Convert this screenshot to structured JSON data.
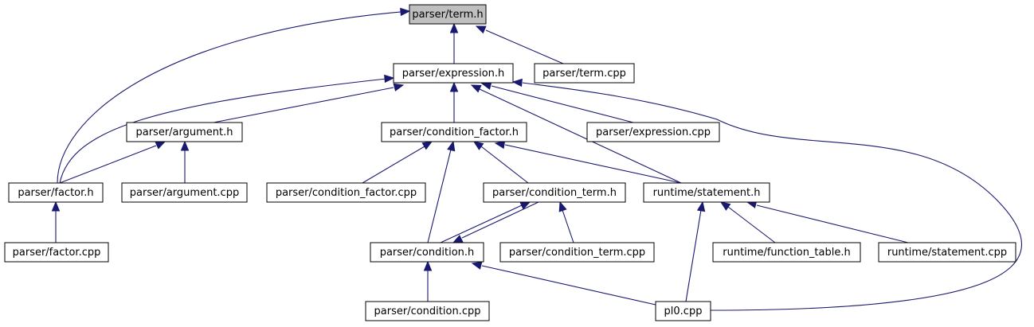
{
  "graph": {
    "edge_color": "#191970",
    "root_fill": "#bfbfbf",
    "nodes": [
      {
        "id": "term_h",
        "label": "parser/term.h",
        "root": true
      },
      {
        "id": "expression_h",
        "label": "parser/expression.h"
      },
      {
        "id": "term_cpp",
        "label": "parser/term.cpp"
      },
      {
        "id": "argument_h",
        "label": "parser/argument.h"
      },
      {
        "id": "condition_factor_h",
        "label": "parser/condition_factor.h"
      },
      {
        "id": "expression_cpp",
        "label": "parser/expression.cpp"
      },
      {
        "id": "factor_h",
        "label": "parser/factor.h"
      },
      {
        "id": "argument_cpp",
        "label": "parser/argument.cpp"
      },
      {
        "id": "condition_factor_cpp",
        "label": "parser/condition_factor.cpp"
      },
      {
        "id": "condition_term_h",
        "label": "parser/condition_term.h"
      },
      {
        "id": "statement_h",
        "label": "runtime/statement.h"
      },
      {
        "id": "factor_cpp",
        "label": "parser/factor.cpp"
      },
      {
        "id": "condition_h",
        "label": "parser/condition.h"
      },
      {
        "id": "condition_term_cpp",
        "label": "parser/condition_term.cpp"
      },
      {
        "id": "function_table_h",
        "label": "runtime/function_table.h"
      },
      {
        "id": "statement_cpp",
        "label": "runtime/statement.cpp"
      },
      {
        "id": "condition_cpp",
        "label": "parser/condition.cpp"
      },
      {
        "id": "pl0_cpp",
        "label": "pl0.cpp"
      }
    ],
    "edges": [
      {
        "from": "expression_h",
        "to": "term_h"
      },
      {
        "from": "term_cpp",
        "to": "term_h"
      },
      {
        "from": "factor_h",
        "to": "term_h"
      },
      {
        "from": "argument_h",
        "to": "expression_h"
      },
      {
        "from": "factor_h",
        "to": "expression_h"
      },
      {
        "from": "condition_factor_h",
        "to": "expression_h"
      },
      {
        "from": "expression_cpp",
        "to": "expression_h"
      },
      {
        "from": "statement_h",
        "to": "expression_h"
      },
      {
        "from": "pl0_cpp",
        "to": "expression_h"
      },
      {
        "from": "factor_h",
        "to": "argument_h"
      },
      {
        "from": "argument_cpp",
        "to": "argument_h"
      },
      {
        "from": "condition_factor_cpp",
        "to": "condition_factor_h"
      },
      {
        "from": "condition_h",
        "to": "condition_factor_h"
      },
      {
        "from": "condition_term_h",
        "to": "condition_factor_h"
      },
      {
        "from": "statement_h",
        "to": "condition_factor_h"
      },
      {
        "from": "factor_cpp",
        "to": "factor_h"
      },
      {
        "from": "condition_h",
        "to": "condition_term_h"
      },
      {
        "from": "condition_term_cpp",
        "to": "condition_term_h"
      },
      {
        "from": "condition_term_h",
        "to": "condition_h"
      },
      {
        "from": "condition_cpp",
        "to": "condition_h"
      },
      {
        "from": "pl0_cpp",
        "to": "condition_h"
      },
      {
        "from": "pl0_cpp",
        "to": "statement_h"
      },
      {
        "from": "function_table_h",
        "to": "statement_h"
      },
      {
        "from": "statement_cpp",
        "to": "statement_h"
      }
    ]
  }
}
